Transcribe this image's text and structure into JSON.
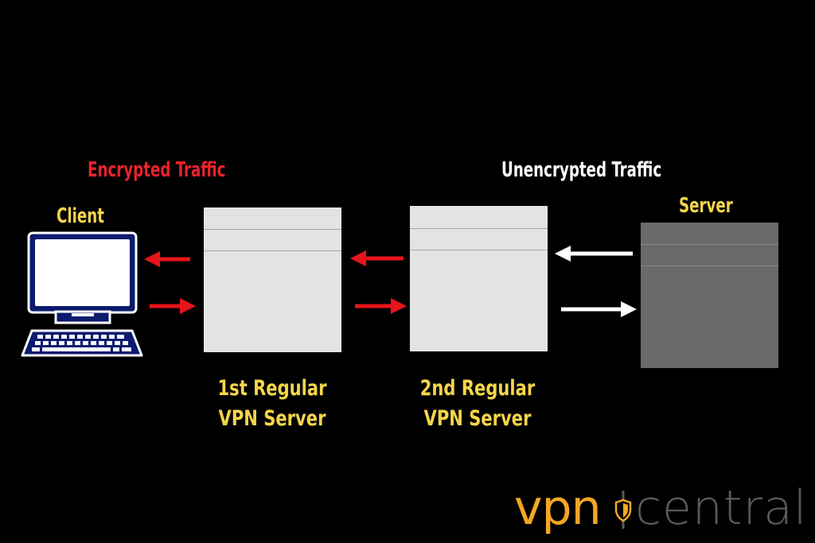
{
  "labels": {
    "encrypted": "Encrypted Traffic",
    "unencrypted": "Unencrypted Traffic",
    "client": "Client",
    "server": "Server"
  },
  "nodes": {
    "vpn1": {
      "line1": "1st Regular",
      "line2": "VPN Server"
    },
    "vpn2": {
      "line1": "2nd Regular",
      "line2": "VPN Server"
    }
  },
  "logo": {
    "part1": "vpn",
    "part2": "central"
  },
  "colors": {
    "background": "#000000",
    "encrypted_arrow": "#e8141c",
    "unencrypted_arrow": "#ffffff",
    "caption": "#f5d54a",
    "encrypted_label": "#e8232b",
    "vpn_box": "#e3e3e3",
    "server_box": "#6a6a6a",
    "logo_accent": "#f5a623",
    "logo_gray": "#5a5a5a"
  },
  "icons": {
    "client": "desktop-computer-icon",
    "logo_mark": "shield-icon"
  }
}
